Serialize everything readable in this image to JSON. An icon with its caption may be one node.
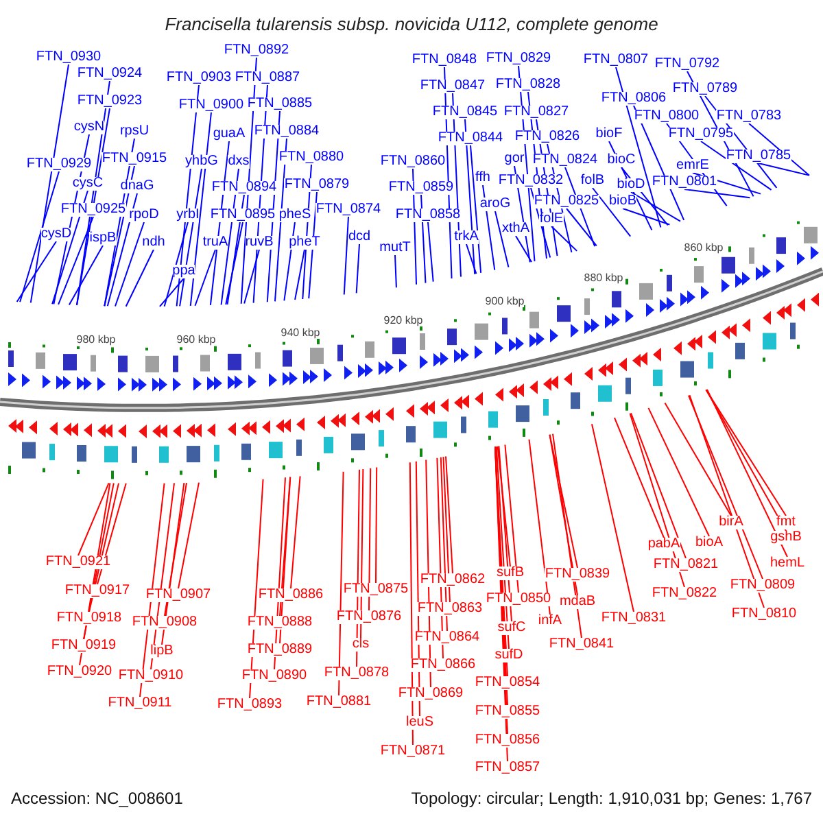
{
  "diagram": {
    "title": "Francisella tularensis subsp. novicida U112, complete genome",
    "nodes": [
      {
        "text": [
          "FTN_0930"
        ]
      },
      {
        "text": [
          "FTN_0924"
        ]
      },
      {
        "text": [
          "FTN_0923"
        ]
      },
      {
        "text": [
          "cysN"
        ]
      },
      {
        "text": [
          "rpsU"
        ]
      },
      {
        "text": [
          "FTN_0915"
        ]
      },
      {
        "text": [
          "FTN_0929"
        ]
      },
      {
        "text": [
          "cysC"
        ]
      },
      {
        "text": [
          "dnaG"
        ]
      },
      {
        "text": [
          "FTN_0925"
        ]
      },
      {
        "text": [
          "rpoD"
        ]
      },
      {
        "text": [
          "cysD"
        ]
      },
      {
        "text": [
          "ispB"
        ]
      },
      {
        "text": [
          "ndh"
        ]
      },
      {
        "text": [
          "FTN_0892"
        ]
      },
      {
        "text": [
          "FTN_0903"
        ]
      },
      {
        "text": [
          "FTN_0887"
        ]
      },
      {
        "text": [
          "FTN_0900"
        ]
      },
      {
        "text": [
          "FTN_0885"
        ]
      },
      {
        "text": [
          "guaA"
        ]
      },
      {
        "text": [
          "FTN_0884"
        ]
      },
      {
        "text": [
          "yhbG"
        ]
      },
      {
        "text": [
          "dxs"
        ]
      },
      {
        "text": [
          "FTN_0880"
        ]
      },
      {
        "text": [
          "FTN_0894"
        ]
      },
      {
        "text": [
          "FTN_0879"
        ]
      },
      {
        "text": [
          "yrbI"
        ]
      },
      {
        "text": [
          "FTN_0895"
        ]
      },
      {
        "text": [
          "pheS"
        ]
      },
      {
        "text": [
          "truA"
        ]
      },
      {
        "text": [
          "ruvB"
        ]
      },
      {
        "text": [
          "pheT"
        ]
      },
      {
        "text": [
          "ppa"
        ]
      },
      {
        "text": [
          "FTN_0874"
        ]
      },
      {
        "text": [
          "dcd"
        ]
      },
      {
        "text": [
          "FTN_0848"
        ]
      },
      {
        "text": [
          "FTN_0847"
        ]
      },
      {
        "text": [
          "FTN_0845"
        ]
      },
      {
        "text": [
          "FTN_0844"
        ]
      },
      {
        "text": [
          "FTN_0860"
        ]
      },
      {
        "text": [
          "ffh"
        ]
      },
      {
        "text": [
          "FTN_0859"
        ]
      },
      {
        "text": [
          "aroG"
        ]
      },
      {
        "text": [
          "FTN_0858"
        ]
      },
      {
        "text": [
          "trkA"
        ]
      },
      {
        "text": [
          "mutT"
        ]
      },
      {
        "text": [
          "FTN_0829"
        ]
      },
      {
        "text": [
          "FTN_0828"
        ]
      },
      {
        "text": [
          "FTN_0827"
        ]
      },
      {
        "text": [
          "FTN_0826"
        ]
      },
      {
        "text": [
          "gor"
        ]
      },
      {
        "text": [
          "FTN_0824"
        ]
      },
      {
        "text": [
          "FTN_0832"
        ]
      },
      {
        "text": [
          "folB"
        ]
      },
      {
        "text": [
          "FTN_0825"
        ]
      },
      {
        "text": [
          "folE"
        ]
      },
      {
        "text": [
          "xthA"
        ]
      },
      {
        "text": [
          "FTN_0807"
        ]
      },
      {
        "text": [
          "FTN_0792"
        ]
      },
      {
        "text": [
          "FTN_0789"
        ]
      },
      {
        "text": [
          "FTN_0806"
        ]
      },
      {
        "text": [
          "FTN_0800"
        ]
      },
      {
        "text": [
          "FTN_0783"
        ]
      },
      {
        "text": [
          "bioF"
        ]
      },
      {
        "text": [
          "FTN_0795"
        ]
      },
      {
        "text": [
          "FTN_0785"
        ]
      },
      {
        "text": [
          "bioC"
        ]
      },
      {
        "text": [
          "emrE"
        ]
      },
      {
        "text": [
          "FTN_0801"
        ]
      },
      {
        "text": [
          "bioD"
        ]
      },
      {
        "text": [
          "bioB"
        ]
      },
      {
        "text": [
          "FTN_0921"
        ]
      },
      {
        "text": [
          "FTN_0917"
        ]
      },
      {
        "text": [
          "FTN_0918"
        ]
      },
      {
        "text": [
          "FTN_0919"
        ]
      },
      {
        "text": [
          "FTN_0920"
        ]
      },
      {
        "text": [
          "FTN_0907"
        ]
      },
      {
        "text": [
          "FTN_0908"
        ]
      },
      {
        "text": [
          "lipB"
        ]
      },
      {
        "text": [
          "FTN_0910"
        ]
      },
      {
        "text": [
          "FTN_0911"
        ]
      },
      {
        "text": [
          "FTN_0886"
        ]
      },
      {
        "text": [
          "FTN_0888"
        ]
      },
      {
        "text": [
          "FTN_0889"
        ]
      },
      {
        "text": [
          "FTN_0890"
        ]
      },
      {
        "text": [
          "FTN_0893"
        ]
      },
      {
        "text": [
          "FTN_0875"
        ]
      },
      {
        "text": [
          "FTN_0876"
        ]
      },
      {
        "text": [
          "cls"
        ]
      },
      {
        "text": [
          "FTN_0878"
        ]
      },
      {
        "text": [
          "FTN_0881"
        ]
      },
      {
        "text": [
          "FTN_0862"
        ]
      },
      {
        "text": [
          "FTN_0863"
        ]
      },
      {
        "text": [
          "FTN_0864"
        ]
      },
      {
        "text": [
          "FTN_0866"
        ]
      },
      {
        "text": [
          "FTN_0869"
        ]
      },
      {
        "text": [
          "leuS"
        ]
      },
      {
        "text": [
          "FTN_0871"
        ]
      },
      {
        "text": [
          "sufB"
        ]
      },
      {
        "text": [
          "FTN_0850"
        ]
      },
      {
        "text": [
          "sufC"
        ]
      },
      {
        "text": [
          "sufD"
        ]
      },
      {
        "text": [
          "FTN_0854"
        ]
      },
      {
        "text": [
          "FTN_0855"
        ]
      },
      {
        "text": [
          "FTN_0856"
        ]
      },
      {
        "text": [
          "FTN_0857"
        ]
      },
      {
        "text": [
          "FTN_0839"
        ]
      },
      {
        "text": [
          "mdaB"
        ]
      },
      {
        "text": [
          "infA"
        ]
      },
      {
        "text": [
          "FTN_0841"
        ]
      },
      {
        "text": [
          "FTN_0831"
        ]
      },
      {
        "text": [
          "pabA"
        ]
      },
      {
        "text": [
          "bioA"
        ]
      },
      {
        "text": [
          "FTN_0821"
        ]
      },
      {
        "text": [
          "FTN_0822"
        ]
      },
      {
        "text": [
          "birA"
        ]
      },
      {
        "text": [
          "fmt"
        ]
      },
      {
        "text": [
          "gshB"
        ]
      },
      {
        "text": [
          "hemL"
        ]
      },
      {
        "text": [
          "FTN_0809"
        ]
      },
      {
        "text": [
          "FTN_0810"
        ]
      }
    ],
    "edges": [
      {
        "from": 0,
        "to": null,
        "arrow": "none"
      },
      {
        "from": 1,
        "to": null,
        "arrow": "none"
      },
      {
        "from": 2,
        "to": null,
        "arrow": "none"
      },
      {
        "from": 3,
        "to": null,
        "arrow": "none"
      },
      {
        "from": 4,
        "to": null,
        "arrow": "none"
      },
      {
        "from": 5,
        "to": null,
        "arrow": "none"
      },
      {
        "from": 6,
        "to": null,
        "arrow": "none"
      },
      {
        "from": 7,
        "to": null,
        "arrow": "none"
      },
      {
        "from": 8,
        "to": null,
        "arrow": "none"
      },
      {
        "from": 9,
        "to": null,
        "arrow": "none"
      },
      {
        "from": 10,
        "to": null,
        "arrow": "none"
      },
      {
        "from": 11,
        "to": null,
        "arrow": "none"
      },
      {
        "from": 12,
        "to": null,
        "arrow": "none"
      },
      {
        "from": 13,
        "to": null,
        "arrow": "none"
      },
      {
        "from": 14,
        "to": null,
        "arrow": "none"
      },
      {
        "from": 15,
        "to": null,
        "arrow": "none"
      },
      {
        "from": 16,
        "to": null,
        "arrow": "none"
      },
      {
        "from": 17,
        "to": null,
        "arrow": "none"
      },
      {
        "from": 18,
        "to": null,
        "arrow": "none"
      },
      {
        "from": 19,
        "to": null,
        "arrow": "none"
      },
      {
        "from": 20,
        "to": null,
        "arrow": "none"
      },
      {
        "from": 21,
        "to": null,
        "arrow": "none"
      },
      {
        "from": 22,
        "to": null,
        "arrow": "none"
      },
      {
        "from": 23,
        "to": null,
        "arrow": "none"
      },
      {
        "from": 24,
        "to": null,
        "arrow": "none"
      },
      {
        "from": 25,
        "to": null,
        "arrow": "none"
      },
      {
        "from": 26,
        "to": null,
        "arrow": "none"
      },
      {
        "from": 27,
        "to": null,
        "arrow": "none"
      },
      {
        "from": 28,
        "to": null,
        "arrow": "none"
      },
      {
        "from": 29,
        "to": null,
        "arrow": "none"
      },
      {
        "from": 30,
        "to": null,
        "arrow": "none"
      },
      {
        "from": 31,
        "to": null,
        "arrow": "none"
      },
      {
        "from": 32,
        "to": null,
        "arrow": "none"
      },
      {
        "from": 33,
        "to": null,
        "arrow": "none"
      },
      {
        "from": 34,
        "to": null,
        "arrow": "none"
      },
      {
        "from": 35,
        "to": null,
        "arrow": "none"
      },
      {
        "from": 36,
        "to": null,
        "arrow": "none"
      },
      {
        "from": 37,
        "to": null,
        "arrow": "none"
      },
      {
        "from": 38,
        "to": null,
        "arrow": "none"
      },
      {
        "from": 39,
        "to": null,
        "arrow": "none"
      },
      {
        "from": 40,
        "to": null,
        "arrow": "none"
      },
      {
        "from": 41,
        "to": null,
        "arrow": "none"
      },
      {
        "from": 42,
        "to": null,
        "arrow": "none"
      },
      {
        "from": 43,
        "to": null,
        "arrow": "none"
      },
      {
        "from": 44,
        "to": null,
        "arrow": "none"
      },
      {
        "from": 45,
        "to": null,
        "arrow": "none"
      },
      {
        "from": 46,
        "to": null,
        "arrow": "none"
      },
      {
        "from": 47,
        "to": null,
        "arrow": "none"
      },
      {
        "from": 48,
        "to": null,
        "arrow": "none"
      },
      {
        "from": 49,
        "to": null,
        "arrow": "none"
      },
      {
        "from": 50,
        "to": null,
        "arrow": "none"
      },
      {
        "from": 51,
        "to": null,
        "arrow": "none"
      },
      {
        "from": 52,
        "to": null,
        "arrow": "none"
      },
      {
        "from": 53,
        "to": null,
        "arrow": "none"
      },
      {
        "from": 54,
        "to": null,
        "arrow": "none"
      },
      {
        "from": 55,
        "to": null,
        "arrow": "none"
      },
      {
        "from": 56,
        "to": null,
        "arrow": "none"
      },
      {
        "from": 57,
        "to": null,
        "arrow": "none"
      },
      {
        "from": 58,
        "to": null,
        "arrow": "none"
      },
      {
        "from": 59,
        "to": null,
        "arrow": "none"
      },
      {
        "from": 60,
        "to": null,
        "arrow": "none"
      },
      {
        "from": 61,
        "to": null,
        "arrow": "none"
      },
      {
        "from": 62,
        "to": null,
        "arrow": "none"
      },
      {
        "from": 63,
        "to": null,
        "arrow": "none"
      },
      {
        "from": 64,
        "to": null,
        "arrow": "none"
      },
      {
        "from": 65,
        "to": null,
        "arrow": "none"
      },
      {
        "from": 66,
        "to": null,
        "arrow": "none"
      },
      {
        "from": 67,
        "to": null,
        "arrow": "none"
      },
      {
        "from": 68,
        "to": null,
        "arrow": "none"
      },
      {
        "from": 69,
        "to": null,
        "arrow": "none"
      },
      {
        "from": 70,
        "to": null,
        "arrow": "none"
      },
      {
        "from": 71,
        "to": null,
        "arrow": "none",
        "color": "#ff0000"
      },
      {
        "from": 72,
        "to": null,
        "arrow": "none",
        "color": "#ff0000"
      },
      {
        "from": 73,
        "to": null,
        "arrow": "none",
        "color": "#ff0000"
      },
      {
        "from": 74,
        "to": null,
        "arrow": "none",
        "color": "#ff0000"
      },
      {
        "from": 75,
        "to": null,
        "arrow": "none",
        "color": "#ff0000"
      },
      {
        "from": 76,
        "to": null,
        "arrow": "none",
        "color": "#ff0000"
      },
      {
        "from": 77,
        "to": null,
        "arrow": "none",
        "color": "#ff0000"
      },
      {
        "from": 78,
        "to": null,
        "arrow": "none",
        "color": "#ff0000"
      },
      {
        "from": 79,
        "to": null,
        "arrow": "none",
        "color": "#ff0000"
      },
      {
        "from": 80,
        "to": null,
        "arrow": "none",
        "color": "#ff0000"
      },
      {
        "from": 81,
        "to": null,
        "arrow": "none",
        "color": "#ff0000"
      },
      {
        "from": 82,
        "to": null,
        "arrow": "none",
        "color": "#ff0000"
      },
      {
        "from": 83,
        "to": null,
        "arrow": "none",
        "color": "#ff0000"
      },
      {
        "from": 84,
        "to": null,
        "arrow": "none",
        "color": "#ff0000"
      },
      {
        "from": 85,
        "to": null,
        "arrow": "none",
        "color": "#ff0000"
      },
      {
        "from": 86,
        "to": null,
        "arrow": "none",
        "color": "#ff0000"
      },
      {
        "from": 87,
        "to": null,
        "arrow": "none",
        "color": "#ff0000"
      },
      {
        "from": 88,
        "to": null,
        "arrow": "none",
        "color": "#ff0000"
      },
      {
        "from": 89,
        "to": null,
        "arrow": "none",
        "color": "#ff0000"
      },
      {
        "from": 90,
        "to": null,
        "arrow": "none",
        "color": "#ff0000"
      },
      {
        "from": 91,
        "to": null,
        "arrow": "none",
        "color": "#ff0000"
      },
      {
        "from": 92,
        "to": null,
        "arrow": "none",
        "color": "#ff0000"
      },
      {
        "from": 93,
        "to": null,
        "arrow": "none",
        "color": "#ff0000"
      },
      {
        "from": 94,
        "to": null,
        "arrow": "none",
        "color": "#ff0000"
      },
      {
        "from": 95,
        "to": null,
        "arrow": "none",
        "color": "#ff0000"
      },
      {
        "from": 96,
        "to": null,
        "arrow": "none",
        "color": "#ff0000"
      },
      {
        "from": 97,
        "to": null,
        "arrow": "none",
        "color": "#ff0000"
      },
      {
        "from": 98,
        "to": null,
        "arrow": "none",
        "color": "#ff0000"
      },
      {
        "from": 99,
        "to": null,
        "arrow": "none",
        "color": "#ff0000"
      },
      {
        "from": 100,
        "to": null,
        "arrow": "none",
        "color": "#ff0000"
      },
      {
        "from": 101,
        "to": null,
        "arrow": "none",
        "color": "#ff0000"
      },
      {
        "from": 102,
        "to": null,
        "arrow": "none",
        "color": "#ff0000"
      },
      {
        "from": 103,
        "to": null,
        "arrow": "none",
        "color": "#ff0000"
      },
      {
        "from": 104,
        "to": null,
        "arrow": "none",
        "color": "#ff0000"
      },
      {
        "from": 105,
        "to": null,
        "arrow": "none",
        "color": "#ff0000"
      },
      {
        "from": 106,
        "to": null,
        "arrow": "none",
        "color": "#ff0000"
      },
      {
        "from": 107,
        "to": null,
        "arrow": "none",
        "color": "#ff0000"
      },
      {
        "from": 108,
        "to": null,
        "arrow": "none",
        "color": "#ff0000"
      },
      {
        "from": 109,
        "to": null,
        "arrow": "none",
        "color": "#ff0000"
      },
      {
        "from": 110,
        "to": null,
        "arrow": "none",
        "color": "#ff0000"
      },
      {
        "from": 111,
        "to": null,
        "arrow": "none",
        "color": "#ff0000"
      },
      {
        "from": 112,
        "to": null,
        "arrow": "none",
        "color": "#ff0000"
      },
      {
        "from": 113,
        "to": null,
        "arrow": "none",
        "color": "#ff0000"
      },
      {
        "from": 114,
        "to": null,
        "arrow": "none",
        "color": "#ff0000"
      },
      {
        "from": 115,
        "to": null,
        "arrow": "none",
        "color": "#ff0000"
      },
      {
        "from": 116,
        "to": null,
        "arrow": "none",
        "color": "#ff0000"
      },
      {
        "from": 117,
        "to": null,
        "arrow": "none",
        "color": "#ff0000"
      },
      {
        "from": 118,
        "to": null,
        "arrow": "none",
        "color": "#ff0000"
      },
      {
        "from": 119,
        "to": null,
        "arrow": "none",
        "color": "#ff0000"
      },
      {
        "from": 120,
        "to": null,
        "arrow": "none",
        "color": "#ff0000"
      }
    ],
    "labels": [
      "980 kbp",
      "960 kbp",
      "940 kbp",
      "920 kbp",
      "900 kbp",
      "880 kbp",
      "860 kbp",
      "Accession: NC_008601",
      "Topology: circular; Length: 1,910,031 bp; Genes: 1,767"
    ]
  }
}
